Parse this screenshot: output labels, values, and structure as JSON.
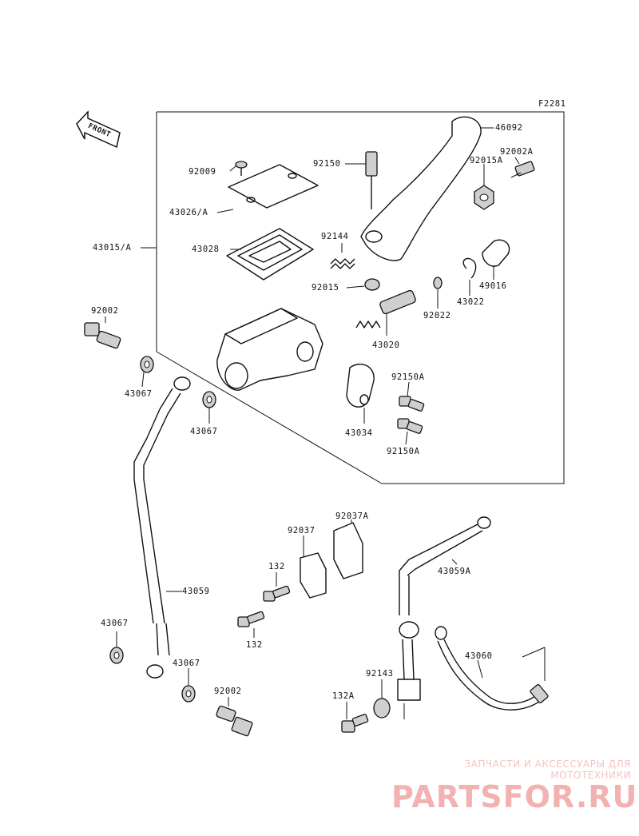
{
  "diagram": {
    "ref_code": "F2281",
    "front_arrow_label": "FRONT",
    "labels": {
      "p46092": "46092",
      "p92002A": "92002A",
      "p92015A": "92015A",
      "p92009": "92009",
      "p92150": "92150",
      "p43026A": "43026/A",
      "p43015A": "43015/A",
      "p43028": "43028",
      "p92144": "92144",
      "p92015": "92015",
      "p49016": "49016",
      "p43022": "43022",
      "p92022": "92022",
      "p43020": "43020",
      "p92002_top": "92002",
      "p43067_a": "43067",
      "p43067_b": "43067",
      "p92150A_a": "92150A",
      "p43034": "43034",
      "p92150A_b": "92150A",
      "p92037A": "92037A",
      "p92037": "92037",
      "p132_a": "132",
      "p43059": "43059",
      "p43059A": "43059A",
      "p132_b": "132",
      "p43067_c": "43067",
      "p43067_d": "43067",
      "p43060": "43060",
      "p92143": "92143",
      "p92002_bottom": "92002",
      "p132A": "132A"
    }
  },
  "watermark": {
    "tagline": "ЗАПЧАСТИ И АКСЕССУАРЫ ДЛЯ МОТОТЕХНИКИ",
    "brand": "PARTSFOR.RU"
  },
  "colors": {
    "ink": "#111111",
    "watermark": "#f3b2b2"
  }
}
